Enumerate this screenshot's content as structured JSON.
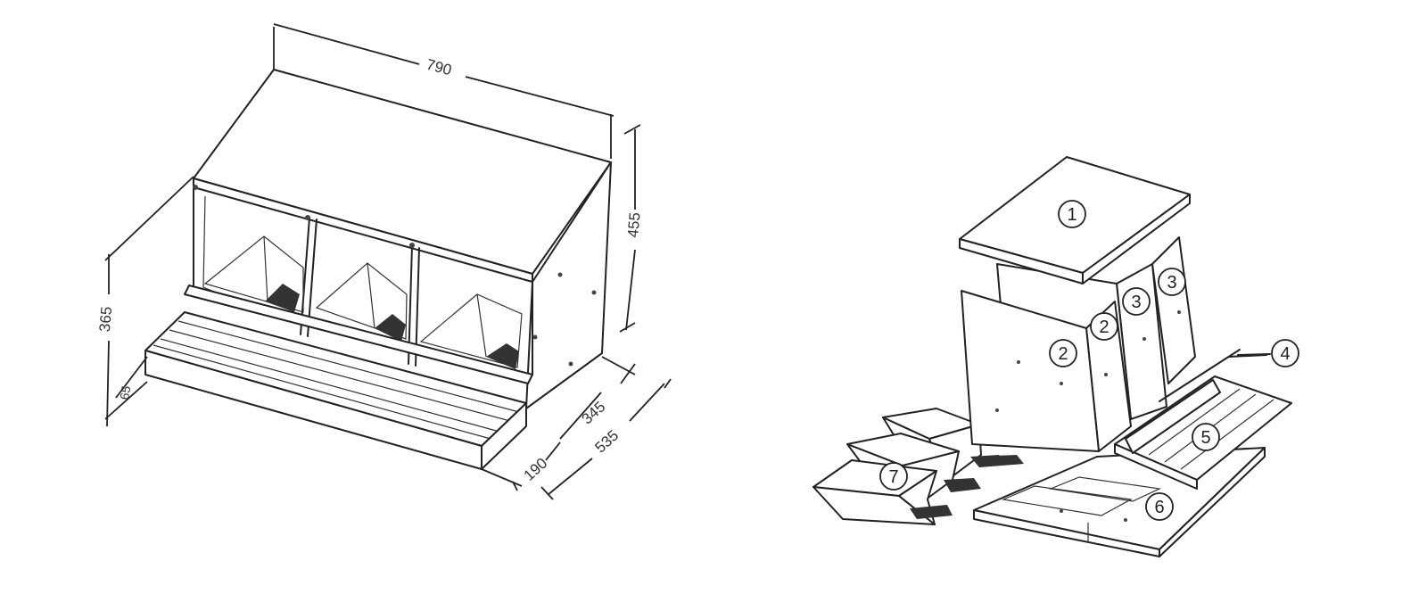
{
  "dimensions": {
    "width": "790",
    "height": "455",
    "front_height": "365",
    "perch_height": "65",
    "depth": "535",
    "depth_inner": "345",
    "perch_depth": "190"
  },
  "parts": [
    "1",
    "2",
    "2",
    "3",
    "3",
    "4",
    "5",
    "6",
    "7"
  ]
}
